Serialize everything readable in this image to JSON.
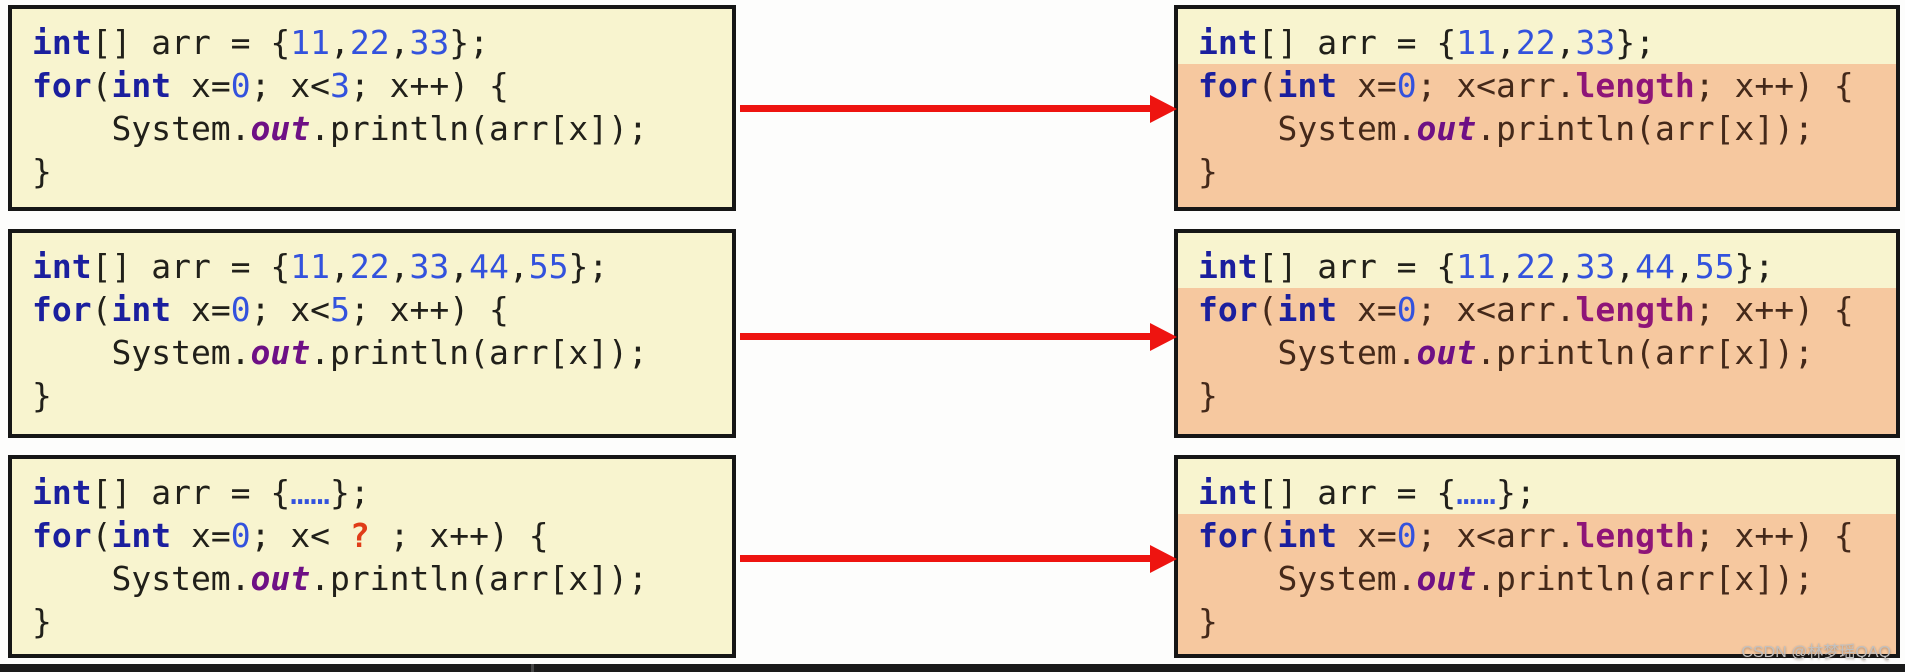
{
  "colors": {
    "yellow_bg": "#f8f4cf",
    "orange_highlight": "#f6c89f",
    "box_border": "#161616",
    "arrow_red": "#ee1410",
    "keyword_blue": "#1b1f9e",
    "number_blue": "#3352dd",
    "static_field_purple": "#6e1085",
    "length_purple": "#8e1578",
    "question_red": "#e03c18",
    "code_text": "#21201a",
    "code_text_on_orange": "#44291a",
    "watermark_gray": "#c2c1c0",
    "bottom_bar": "#1a1a1a"
  },
  "watermark": "CSDN @林梦瑶QAQ",
  "rows": [
    {
      "left": {
        "highlight_from": null,
        "lines": [
          [
            {
              "t": "int",
              "c": "kw"
            },
            {
              "t": "[] arr = {",
              "c": ""
            },
            {
              "t": "11",
              "c": "num"
            },
            {
              "t": ",",
              "c": ""
            },
            {
              "t": "22",
              "c": "num"
            },
            {
              "t": ",",
              "c": ""
            },
            {
              "t": "33",
              "c": "num"
            },
            {
              "t": "};",
              "c": ""
            }
          ],
          [
            {
              "t": "for",
              "c": "kw"
            },
            {
              "t": "(",
              "c": ""
            },
            {
              "t": "int",
              "c": "kw"
            },
            {
              "t": " x=",
              "c": ""
            },
            {
              "t": "0",
              "c": "num"
            },
            {
              "t": "; x<",
              "c": ""
            },
            {
              "t": "3",
              "c": "num"
            },
            {
              "t": "; x++) {",
              "c": ""
            }
          ],
          [
            {
              "t": "    System.",
              "c": ""
            },
            {
              "t": "out",
              "c": "field"
            },
            {
              "t": ".println(arr[x]);",
              "c": ""
            }
          ],
          [
            {
              "t": "}",
              "c": ""
            }
          ]
        ]
      },
      "right": {
        "highlight_from": 1,
        "lines": [
          [
            {
              "t": "int",
              "c": "kw"
            },
            {
              "t": "[] arr = {",
              "c": ""
            },
            {
              "t": "11",
              "c": "num"
            },
            {
              "t": ",",
              "c": ""
            },
            {
              "t": "22",
              "c": "num"
            },
            {
              "t": ",",
              "c": ""
            },
            {
              "t": "33",
              "c": "num"
            },
            {
              "t": "};",
              "c": ""
            }
          ],
          [
            {
              "t": "for",
              "c": "kw"
            },
            {
              "t": "(",
              "c": ""
            },
            {
              "t": "int",
              "c": "kw"
            },
            {
              "t": " x=",
              "c": ""
            },
            {
              "t": "0",
              "c": "num"
            },
            {
              "t": "; x<arr.",
              "c": ""
            },
            {
              "t": "length",
              "c": "member"
            },
            {
              "t": "; x++) {",
              "c": ""
            }
          ],
          [
            {
              "t": "    System.",
              "c": ""
            },
            {
              "t": "out",
              "c": "field"
            },
            {
              "t": ".println(arr[x]);",
              "c": ""
            }
          ],
          [
            {
              "t": "}",
              "c": ""
            }
          ]
        ]
      }
    },
    {
      "left": {
        "highlight_from": null,
        "lines": [
          [
            {
              "t": "int",
              "c": "kw"
            },
            {
              "t": "[] arr = {",
              "c": ""
            },
            {
              "t": "11",
              "c": "num"
            },
            {
              "t": ",",
              "c": ""
            },
            {
              "t": "22",
              "c": "num"
            },
            {
              "t": ",",
              "c": ""
            },
            {
              "t": "33",
              "c": "num"
            },
            {
              "t": ",",
              "c": ""
            },
            {
              "t": "44",
              "c": "num"
            },
            {
              "t": ",",
              "c": ""
            },
            {
              "t": "55",
              "c": "num"
            },
            {
              "t": "};",
              "c": ""
            }
          ],
          [
            {
              "t": "for",
              "c": "kw"
            },
            {
              "t": "(",
              "c": ""
            },
            {
              "t": "int",
              "c": "kw"
            },
            {
              "t": " x=",
              "c": ""
            },
            {
              "t": "0",
              "c": "num"
            },
            {
              "t": "; x<",
              "c": ""
            },
            {
              "t": "5",
              "c": "num"
            },
            {
              "t": "; x++) {",
              "c": ""
            }
          ],
          [
            {
              "t": "    System.",
              "c": ""
            },
            {
              "t": "out",
              "c": "field"
            },
            {
              "t": ".println(arr[x]);",
              "c": ""
            }
          ],
          [
            {
              "t": "}",
              "c": ""
            }
          ]
        ]
      },
      "right": {
        "highlight_from": 1,
        "lines": [
          [
            {
              "t": "int",
              "c": "kw"
            },
            {
              "t": "[] arr = {",
              "c": ""
            },
            {
              "t": "11",
              "c": "num"
            },
            {
              "t": ",",
              "c": ""
            },
            {
              "t": "22",
              "c": "num"
            },
            {
              "t": ",",
              "c": ""
            },
            {
              "t": "33",
              "c": "num"
            },
            {
              "t": ",",
              "c": ""
            },
            {
              "t": "44",
              "c": "num"
            },
            {
              "t": ",",
              "c": ""
            },
            {
              "t": "55",
              "c": "num"
            },
            {
              "t": "};",
              "c": ""
            }
          ],
          [
            {
              "t": "for",
              "c": "kw"
            },
            {
              "t": "(",
              "c": ""
            },
            {
              "t": "int",
              "c": "kw"
            },
            {
              "t": " x=",
              "c": ""
            },
            {
              "t": "0",
              "c": "num"
            },
            {
              "t": "; x<arr.",
              "c": ""
            },
            {
              "t": "length",
              "c": "member"
            },
            {
              "t": "; x++) {",
              "c": ""
            }
          ],
          [
            {
              "t": "    System.",
              "c": ""
            },
            {
              "t": "out",
              "c": "field"
            },
            {
              "t": ".println(arr[x]);",
              "c": ""
            }
          ],
          [
            {
              "t": "}",
              "c": ""
            }
          ]
        ]
      }
    },
    {
      "left": {
        "highlight_from": null,
        "lines": [
          [
            {
              "t": "int",
              "c": "kw"
            },
            {
              "t": "[] arr = {",
              "c": ""
            },
            {
              "t": "……",
              "c": "num"
            },
            {
              "t": "};",
              "c": ""
            }
          ],
          [
            {
              "t": "for",
              "c": "kw"
            },
            {
              "t": "(",
              "c": ""
            },
            {
              "t": "int",
              "c": "kw"
            },
            {
              "t": " x=",
              "c": ""
            },
            {
              "t": "0",
              "c": "num"
            },
            {
              "t": "; x< ",
              "c": ""
            },
            {
              "t": "?",
              "c": "q"
            },
            {
              "t": " ; x++) {",
              "c": ""
            }
          ],
          [
            {
              "t": "    System.",
              "c": ""
            },
            {
              "t": "out",
              "c": "field"
            },
            {
              "t": ".println(arr[x]);",
              "c": ""
            }
          ],
          [
            {
              "t": "}",
              "c": ""
            }
          ]
        ]
      },
      "right": {
        "highlight_from": 1,
        "lines": [
          [
            {
              "t": "int",
              "c": "kw"
            },
            {
              "t": "[] arr = {",
              "c": ""
            },
            {
              "t": "……",
              "c": "num"
            },
            {
              "t": "};",
              "c": ""
            }
          ],
          [
            {
              "t": "for",
              "c": "kw"
            },
            {
              "t": "(",
              "c": ""
            },
            {
              "t": "int",
              "c": "kw"
            },
            {
              "t": " x=",
              "c": ""
            },
            {
              "t": "0",
              "c": "num"
            },
            {
              "t": "; x<arr.",
              "c": ""
            },
            {
              "t": "length",
              "c": "member"
            },
            {
              "t": "; x++) {",
              "c": ""
            }
          ],
          [
            {
              "t": "    System.",
              "c": ""
            },
            {
              "t": "out",
              "c": "field"
            },
            {
              "t": ".println(arr[x]);",
              "c": ""
            }
          ],
          [
            {
              "t": "}",
              "c": ""
            }
          ]
        ]
      }
    }
  ]
}
